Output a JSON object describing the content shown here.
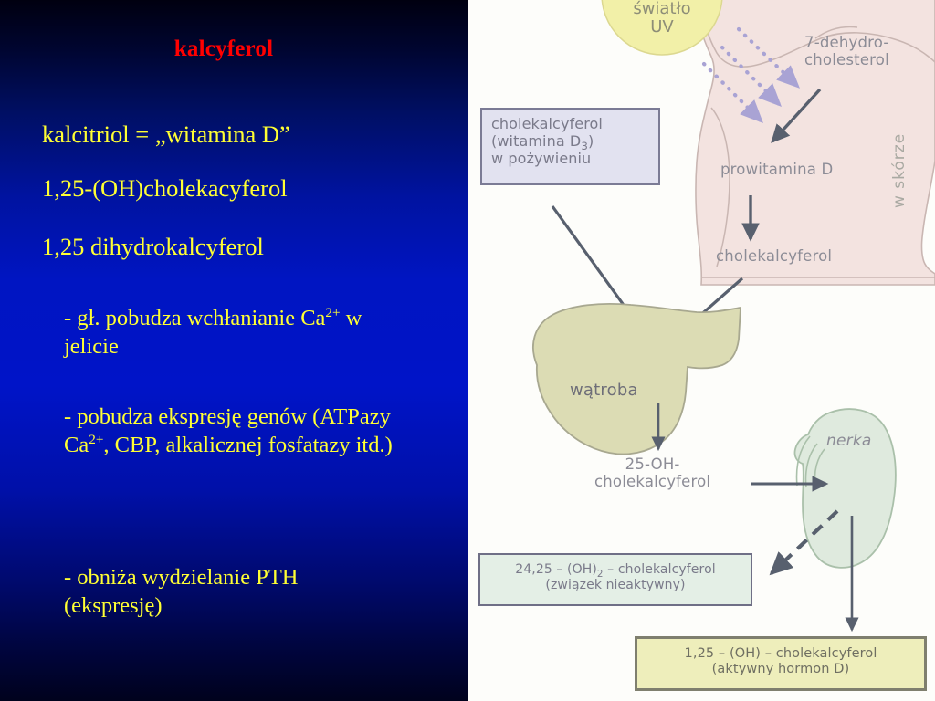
{
  "slide": {
    "title": "kalcyferol",
    "title_color": "#ff0000",
    "body_color": "#ffff33",
    "background_color": "#0014c8"
  },
  "left": {
    "lines": [
      "kalcitriol = „witamina D”",
      "1,25-(OH)cholekacyferol",
      "1,25 dihydrokalcyferol"
    ],
    "bullets": [
      {
        "part1": "- gł. pobudza wchłanianie Ca",
        "sup1": "2+",
        "part2": " w jelicie"
      },
      {
        "part1": "- pobudza ekspresję genów (ATPazy Ca",
        "sup1": "2+",
        "part2": ", CBP, alkalicznej fosfatazy itd.)"
      },
      {
        "part1": "- obniża wydzielanie PTH (ekspresję)",
        "sup1": "",
        "part2": ""
      }
    ]
  },
  "diagram": {
    "sun": {
      "line1": "światło",
      "line2": "UV",
      "color": "#f2f0a8"
    },
    "skin_label": "w skórze",
    "labels": {
      "dehydro_l1": "7-dehydro-",
      "dehydro_l2": "cholesterol",
      "provitamin": "prowitamina D",
      "cholecalciferol_skin": "cholekalcyferol",
      "liver": "wątroba",
      "kidney": "nerka",
      "ohchol_l1": "25-OH-",
      "ohchol_l2": "cholekalcyferol"
    },
    "boxes": {
      "diet": {
        "line1": "cholekalcyferol",
        "line2a": "(witamina D",
        "line2sub": "3",
        "line2b": ")",
        "line3": "w pożywieniu",
        "fill": "#e2e2f0"
      },
      "inactive": {
        "line1a": "24,25 – (OH)",
        "line1sub": "2",
        "line1b": " – cholekalcyferol",
        "line2": "(związek nieaktywny)",
        "fill": "#e4efe6"
      },
      "active": {
        "line1": "1,25 – (OH) – cholekalcyferol",
        "line2": "(aktywny hormon D)",
        "fill": "#eeeebb"
      }
    },
    "organ_colors": {
      "skin": "#f3e3e0",
      "liver": "#dcdcb4",
      "kidney": "#dfeade",
      "uv_ray": "#a9a3d4",
      "arrow": "#58606e"
    }
  }
}
